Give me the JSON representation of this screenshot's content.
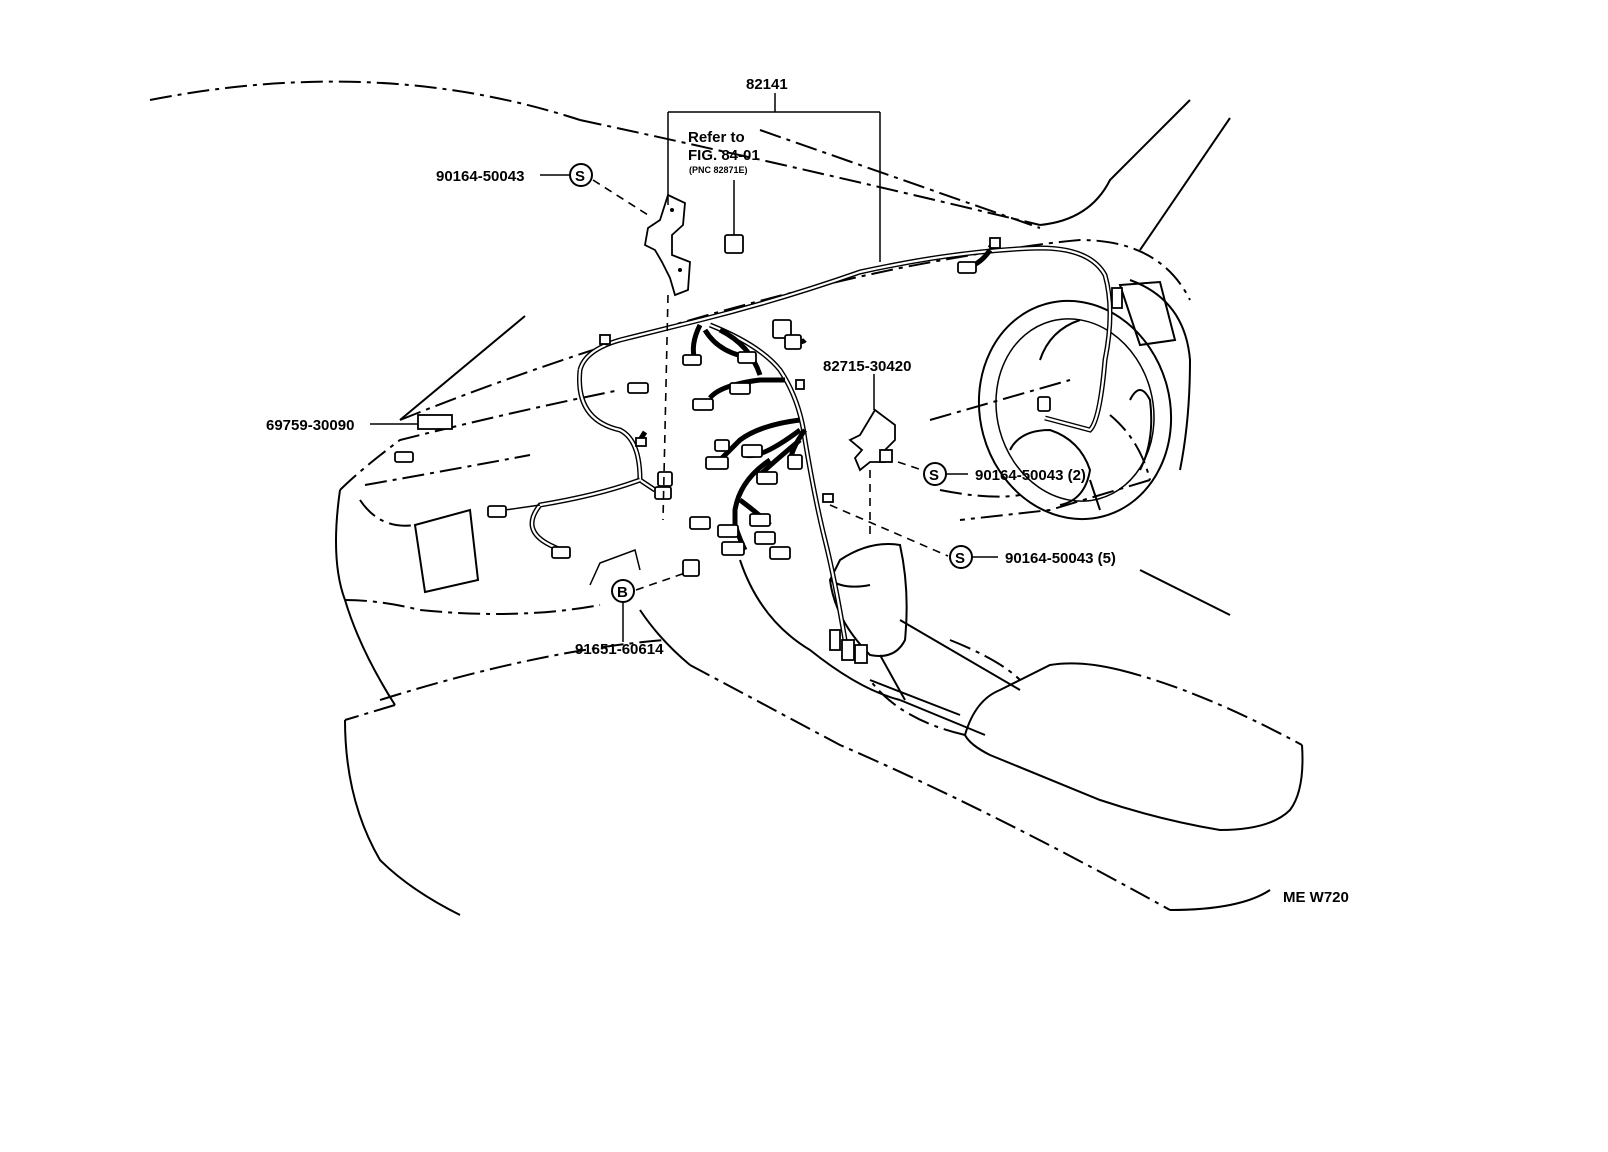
{
  "diagram": {
    "group_label": "82141",
    "refer_line1": "Refer to",
    "refer_line2": "FIG. 84-01",
    "refer_line3": "(PNC 82871E)",
    "callouts": {
      "screw_top": {
        "symbol": "S",
        "part": "90164-50043"
      },
      "clip_69759": {
        "part": "69759-30090"
      },
      "bracket_82715": {
        "part": "82715-30420"
      },
      "screw_qty2": {
        "symbol": "S",
        "part": "90164-50043 (2)"
      },
      "screw_qty5": {
        "symbol": "S",
        "part": "90164-50043 (5)"
      },
      "bolt_91651": {
        "symbol": "B",
        "part": "91651-60614"
      }
    },
    "corner_code": "ME W720"
  }
}
